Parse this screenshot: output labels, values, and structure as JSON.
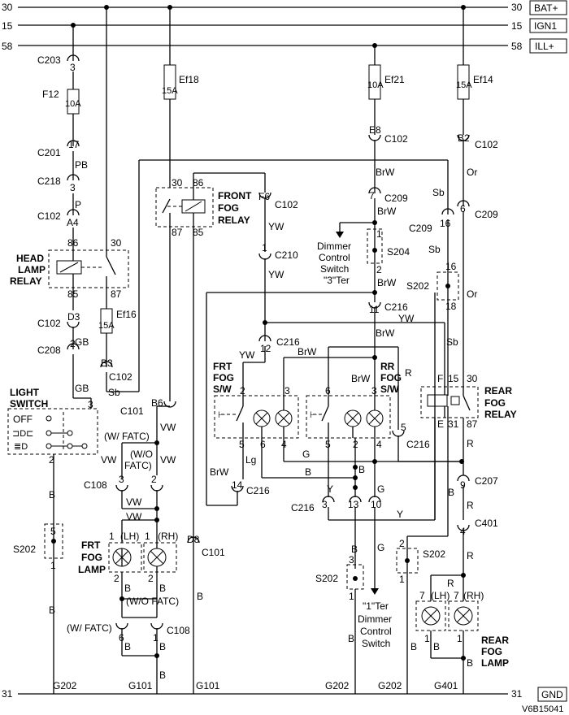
{
  "diagram_id": "V6B15041",
  "bus": {
    "rail_30": "30",
    "rail_15": "15",
    "rail_58": "58",
    "rail_31": "31",
    "bat": "BAT+",
    "ign": "IGN1",
    "ill": "ILL+",
    "gnd": "GND"
  },
  "connectors": {
    "c203": "C203",
    "c201": "C201",
    "c218": "C218",
    "c102": "C102",
    "c208": "C208",
    "c209": "C209",
    "c210": "C210",
    "c216": "C216",
    "c101": "C101",
    "c108": "C108",
    "c207": "C207",
    "c401": "C401",
    "s204": "S204",
    "s202": "S202"
  },
  "fuses": {
    "f12": "F12",
    "f12_rating": "10A",
    "ef18": "Ef18",
    "ef18_rating": "15A",
    "ef16": "Ef16",
    "ef16_rating": "15A",
    "ef21": "Ef21",
    "ef21_rating": "10A",
    "ef14": "Ef14",
    "ef14_rating": "15A"
  },
  "pins": {
    "p3": "3",
    "p17": "17",
    "p2": "2",
    "p1": "1",
    "p5": "5",
    "p6": "6",
    "p4": "4",
    "p7": "7",
    "p9": "9",
    "p10": "10",
    "p11": "11",
    "p12": "12",
    "p13": "13",
    "p14": "14",
    "p15": "15",
    "p16": "16",
    "p18": "18",
    "p30": "30",
    "p31": "31",
    "p85": "85",
    "p86": "86",
    "p87": "87",
    "a4": "A4",
    "d3": "D3",
    "b3": "B3",
    "b6": "B6",
    "d8": "D8",
    "e8": "E8",
    "f6": "F6",
    "b2": "B2",
    "f": "F",
    "e": "E"
  },
  "wires": {
    "pb": "PB",
    "p": "P",
    "gb": "GB",
    "sb": "Sb",
    "vw": "VW",
    "yw": "YW",
    "brw": "BrW",
    "or": "Or",
    "b": "B",
    "g": "G",
    "y": "Y",
    "lg": "Lg",
    "r": "R"
  },
  "components": {
    "head_lamp_relay": [
      "HEAD",
      "LAMP",
      "RELAY"
    ],
    "front_fog_relay": [
      "FRONT",
      "FOG",
      "RELAY"
    ],
    "rear_fog_relay": [
      "REAR",
      "FOG",
      "RELAY"
    ],
    "light_switch": "LIGHT SWITCH",
    "off": "OFF",
    "frt_fog_sw": [
      "FRT",
      "FOG",
      "S/W"
    ],
    "rr_fog_sw": [
      "RR",
      "FOG",
      "S/W"
    ],
    "frt_fog_lamp": [
      "FRT",
      "FOG",
      "LAMP"
    ],
    "rear_fog_lamp": [
      "REAR",
      "FOG",
      "LAMP"
    ],
    "dimmer_3ter": [
      "Dimmer",
      "Control",
      "Switch",
      "\"3\"Ter"
    ],
    "dimmer_1ter": [
      "\"1\"Ter",
      "Dimmer",
      "Control",
      "Switch"
    ]
  },
  "notes": {
    "w_fatc": "(W/ FATC)",
    "wo_fatc": "(W/O FATC)",
    "wo_fatc_a": "(W/O",
    "wo_fatc_b": "FATC)",
    "lh": "(LH)",
    "rh": "(RH)"
  },
  "grounds": {
    "g202": "G202",
    "g101": "G101",
    "g401": "G401"
  }
}
